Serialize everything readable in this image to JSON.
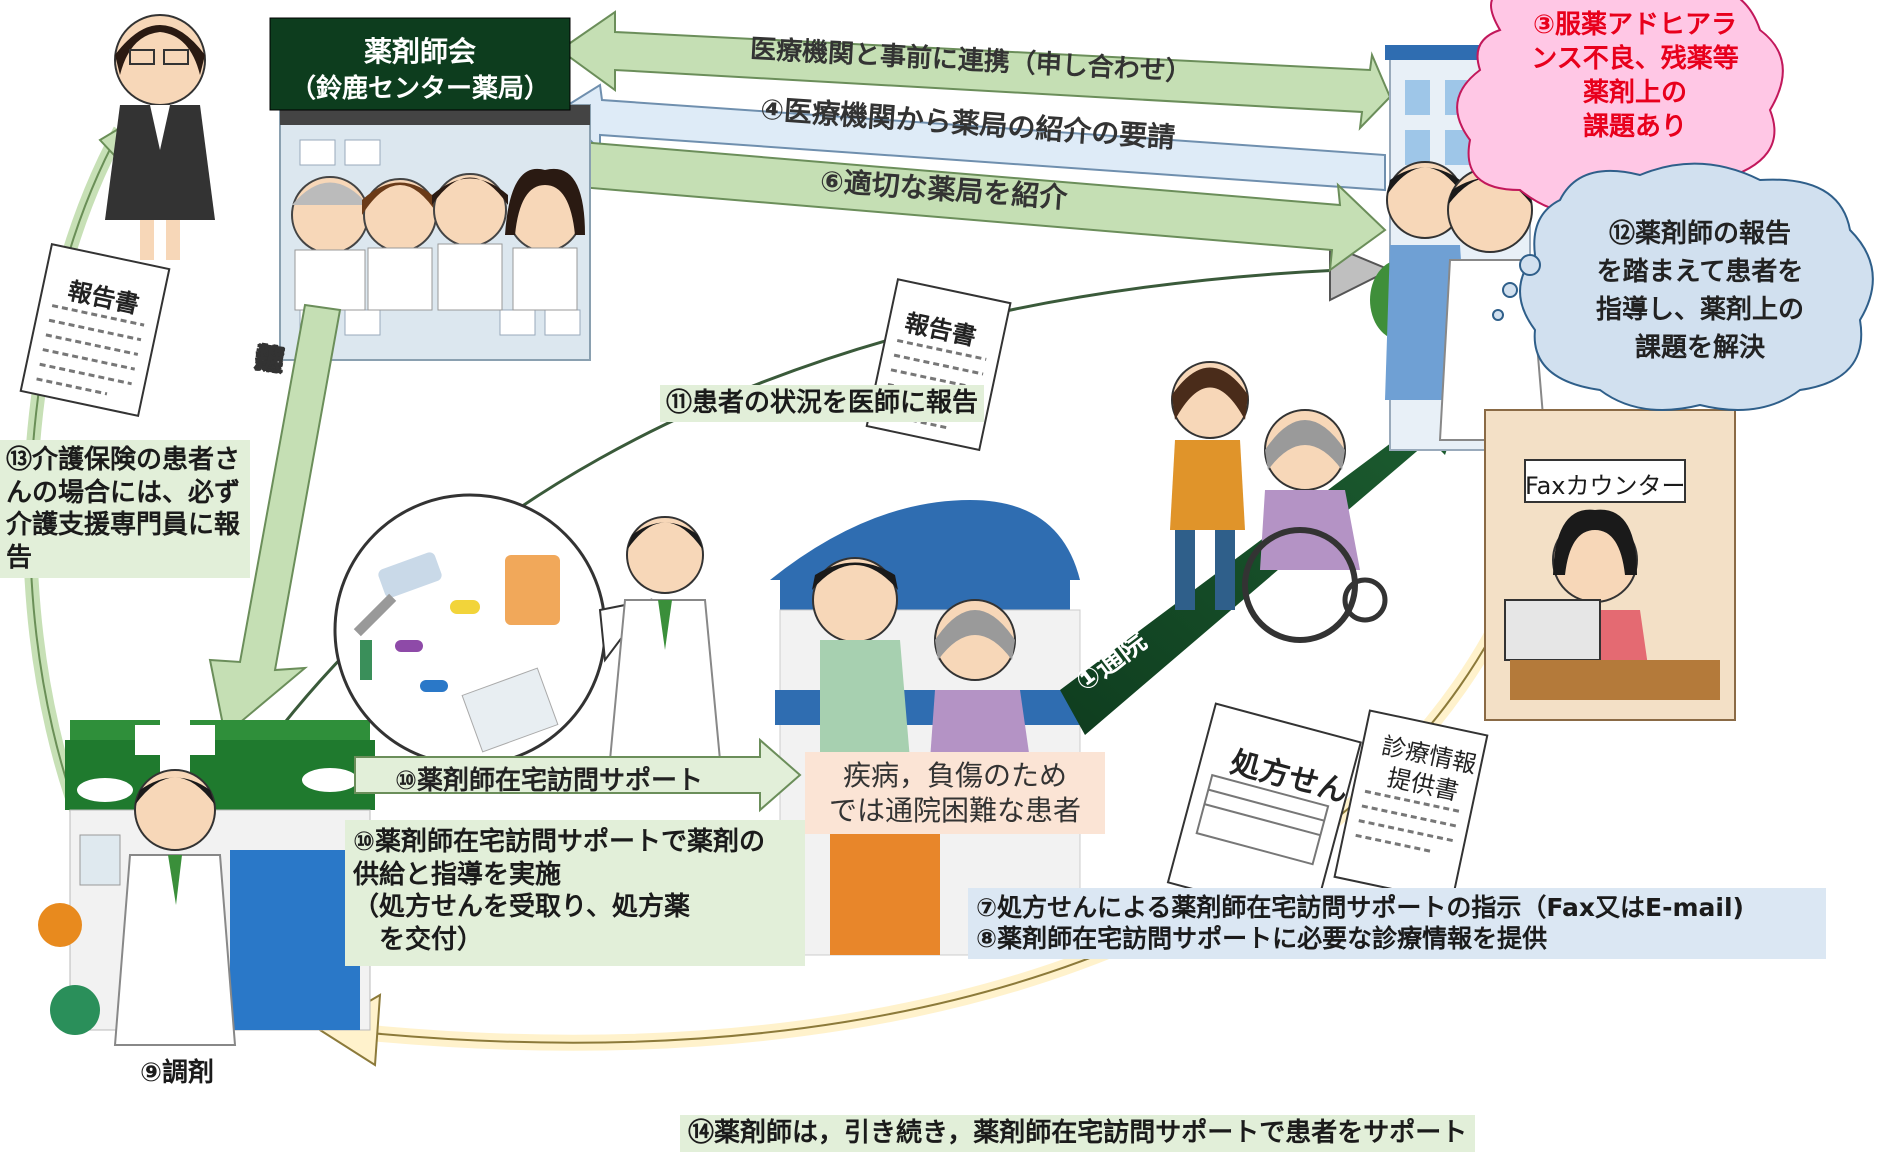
{
  "association": {
    "name": "薬剤師会",
    "sub": "（鈴鹿センター薬局）"
  },
  "arrows": {
    "a2": "医療機関と事前に連携（申し合わせ）",
    "a4": "④医療機関から薬局の紹介の要請",
    "a6": "⑥適切な薬局を紹介",
    "a5_chars": [
      "⑤",
      "適",
      "切",
      "な",
      "薬",
      "局",
      "を",
      "選",
      "択"
    ],
    "a10": "⑩薬剤師在宅訪問サポート",
    "a1": "①通院"
  },
  "labels": {
    "report_doctor": "⑪患者の状況を医師に報告",
    "care_report": [
      "⑬介護保険の患者さ",
      "んの場合には、必ず",
      "介護支援専門員に報",
      "告"
    ],
    "pharmacy_support": [
      "⑩薬剤師在宅訪問サポートで薬剤の",
      "供給と指導を実施",
      "（処方せんを受取り、処方薬",
      "　を交付）"
    ],
    "patient": [
      "疾病，負傷のため",
      "では通院困難な患者"
    ],
    "instructions": [
      "⑦処方せんによる薬剤師在宅訪問サポートの指示（Fax又はE-mail)",
      "⑧薬剤師在宅訪問サポートに必要な診療情報を提供"
    ],
    "dispense": "⑨調剤",
    "continue": "⑭薬剤師は，引き続き，薬剤師在宅訪問サポートで患者をサポート",
    "fax_counter": "Faxカウンター"
  },
  "clouds": {
    "pink": [
      "③服薬アドヒアラ",
      "ンス不良、残薬等",
      "薬剤上の",
      "課題あり"
    ],
    "blue": [
      "⑫薬剤師の報告",
      "を踏まえて患者を",
      "指導し、薬剤上の",
      "課題を解決"
    ]
  },
  "documents": {
    "report1": "報告書",
    "report2": "報告書",
    "prescription": "処方せん",
    "medical_info": [
      "診療情報",
      "提供書"
    ]
  },
  "colors": {
    "dark_green": "#0d3d1e",
    "light_green": "#c5dfb4",
    "light_blue": "#deebf7",
    "beige": "#f3e0c6",
    "pink_cloud": "#ffc7e5",
    "red_text": "#e8001c",
    "blue_cloud": "#d1e0ef"
  }
}
